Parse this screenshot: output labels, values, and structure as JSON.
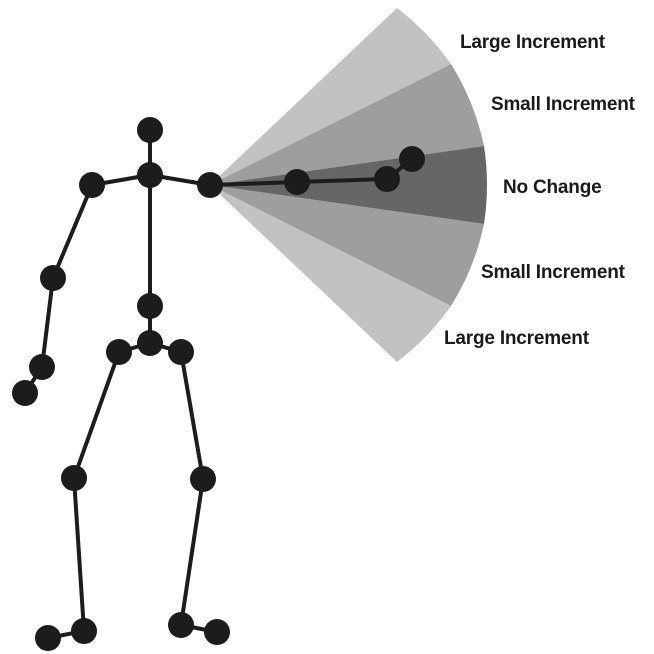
{
  "diagram": {
    "zones": [
      {
        "id": "large-up",
        "label": "Large Increment",
        "color": "#c2c2c2"
      },
      {
        "id": "small-up",
        "label": "Small Increment",
        "color": "#9e9e9e"
      },
      {
        "id": "no-change",
        "label": "No Change",
        "color": "#666666"
      },
      {
        "id": "small-down",
        "label": "Small Increment",
        "color": "#9e9e9e"
      },
      {
        "id": "large-down",
        "label": "Large Increment",
        "color": "#c2c2c2"
      }
    ],
    "colors": {
      "skeleton": "#1c1c1c",
      "text": "#1a1a1a",
      "background": "#ffffff"
    }
  }
}
